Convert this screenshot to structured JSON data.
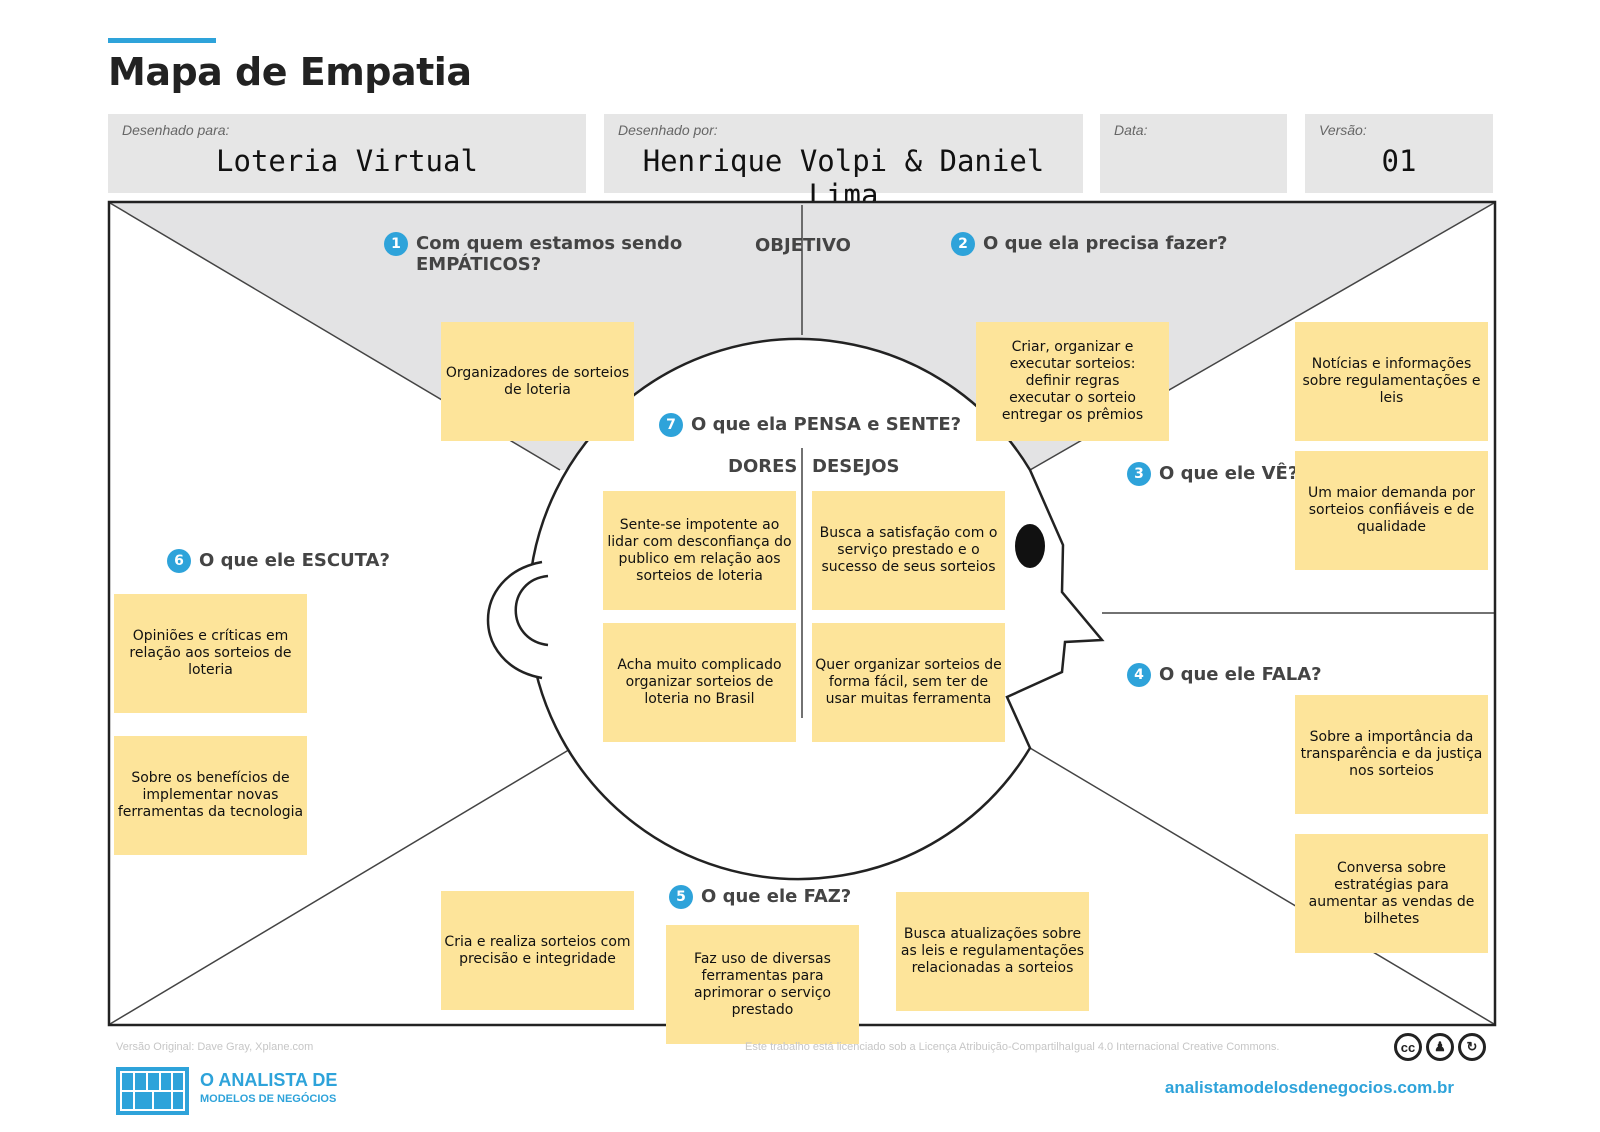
{
  "title": "Mapa de Empatia",
  "header": {
    "drawn_for_label": "Desenhado para:",
    "drawn_for_value": "Loteria Virtual",
    "drawn_by_label": "Desenhado por:",
    "drawn_by_value": "Henrique Volpi & Daniel Lima",
    "date_label": "Data:",
    "date_value": "",
    "version_label": "Versão:",
    "version_value": "01"
  },
  "sections": {
    "q1": {
      "num": "1",
      "text": "Com quem estamos sendo EMPÁTICOS?"
    },
    "objetivo": "OBJETIVO",
    "q2": {
      "num": "2",
      "text": "O que ela precisa fazer?"
    },
    "q7": {
      "num": "7",
      "text": "O que ela PENSA e SENTE?"
    },
    "dores": "DORES",
    "desejos": "DESEJOS",
    "q3": {
      "num": "3",
      "text": "O que ele VÊ?"
    },
    "q4": {
      "num": "4",
      "text": "O que ele FALA?"
    },
    "q5": {
      "num": "5",
      "text": "O que ele FAZ?"
    },
    "q6": {
      "num": "6",
      "text": "O que ele ESCUTA?"
    }
  },
  "notes": {
    "empathic": "Organizadores de sorteios de loteria",
    "need_to_do": "Criar, organizar e executar sorteios:\ndefinir regras\nexecutar o sorteio\nentregar os prêmios",
    "sees_1": "Notícias e informações sobre regulamentações e leis",
    "sees_2": "Um maior demanda por sorteios confiáveis e de qualidade",
    "pain_1": "Sente-se impotente ao lidar com desconfiança do publico em relação aos sorteios de loteria",
    "pain_2": "Acha muito complicado organizar sorteios de loteria no Brasil",
    "desire_1": "Busca a satisfação com o serviço prestado e o sucesso de seus sorteios",
    "desire_2": "Quer organizar sorteios de forma fácil, sem ter de usar muitas ferramenta",
    "hears_1": "Opiniões e críticas em relação aos sorteios de loteria",
    "hears_2": "Sobre os benefícios de implementar novas ferramentas da tecnologia",
    "says_1": "Sobre a importância da transparência e da justiça nos sorteios",
    "says_2": "Conversa sobre estratégias para aumentar as vendas de bilhetes",
    "does_1": "Cria e realiza sorteios com precisão e integridade",
    "does_2": "Faz uso de diversas ferramentas para aprimorar o serviço prestado",
    "does_3": "Busca atualizações sobre as leis e regulamentações relacionadas a sorteios"
  },
  "footer": {
    "original": "Versão Original: Dave Gray, Xplane.com",
    "license": "Este trabalho está licenciado sob a Licença Atribuição-CompartilhaIgual 4.0 Internacional Creative Commons.",
    "logo_line1": "O ANALISTA DE",
    "logo_line2": "MODELOS DE NEGÓCIOS",
    "website": "analistamodelosdenegocios.com.br",
    "cc_icons": [
      "cc-icon",
      "by-icon",
      "sa-icon"
    ]
  },
  "colors": {
    "accent": "#2ea3da",
    "sticky": "#fde49a",
    "panel": "#e6e6e6"
  }
}
